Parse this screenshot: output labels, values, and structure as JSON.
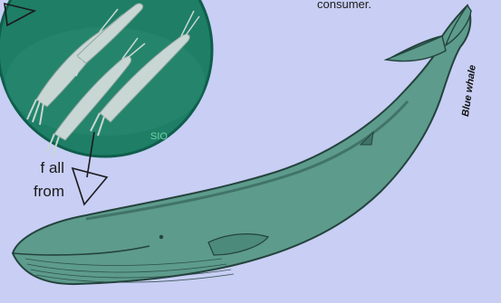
{
  "texts": {
    "consumer": "consumer.",
    "side_line1": "f all",
    "side_line2": "from",
    "sio": "SIO",
    "whale_label": "Blue whale"
  },
  "colors": {
    "background": "#c8cef4",
    "circle_fill": "#1e7e66",
    "circle_edge": "#0f5e4c",
    "whale_body": "#5d9b8c",
    "whale_dark": "#24433d",
    "krill": "#c8d7d3",
    "arrow": "#1a1a1a"
  },
  "icons": [
    "down-arrow-icon",
    "right-arrow-icon"
  ]
}
